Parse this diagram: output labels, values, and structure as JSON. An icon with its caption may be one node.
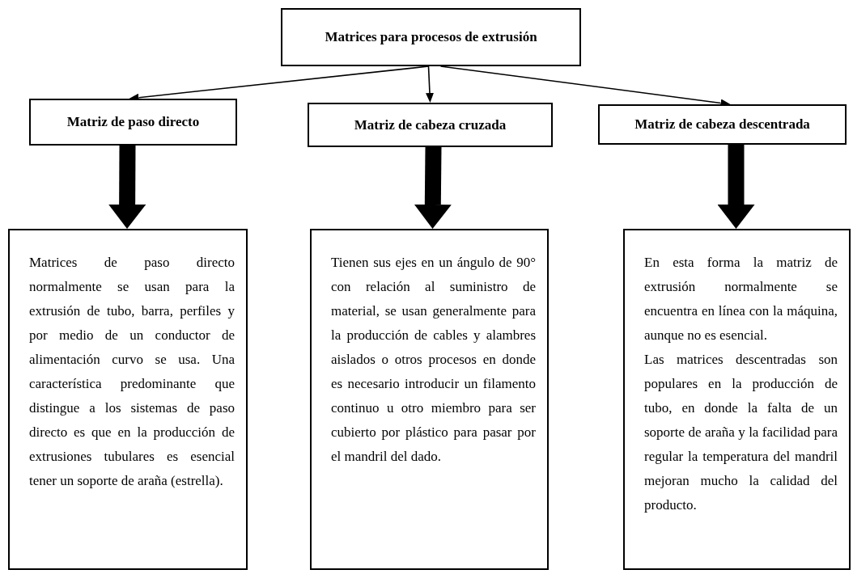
{
  "diagram": {
    "nodes": [
      {
        "text": [
          "Matrices para procesos de extrusión"
        ]
      },
      {
        "text": [
          "Matriz de paso directo"
        ]
      },
      {
        "text": [
          "Matriz de cabeza cruzada"
        ]
      },
      {
        "text": [
          "Matriz de cabeza descentrada"
        ]
      },
      {
        "text": [
          "Matrices de paso directo normalmente se usan para la extrusión de tubo, barra, perfiles y por medio de un conductor de alimentación curvo se usa. Una característica predominante que distingue a los sistemas de paso directo es que en la producción de extrusiones tubulares es esencial tener un soporte de araña (estrella)."
        ]
      },
      {
        "text": [
          "Tienen sus ejes en un ángulo de 90° con relación al suministro de material, se usan generalmente para la producción de cables y alambres aislados o otros procesos en donde es necesario introducir un filamento continuo u otro miembro para ser cubierto por plástico para pasar por el mandril del dado."
        ]
      },
      {
        "text": [
          "En esta forma la matriz de extrusión normalmente se encuentra en línea con la máquina, aunque no es esencial.",
          "Las matrices descentradas son populares en la producción de tubo, en donde la falta de un soporte de araña y la facilidad para regular la temperatura del mandril mejoran mucho la calidad del producto."
        ]
      }
    ],
    "edges": [
      {
        "from": 0,
        "to": 1,
        "arrow": "to"
      },
      {
        "from": 0,
        "to": 2,
        "arrow": "to"
      },
      {
        "from": 0,
        "to": 3,
        "arrow": "to"
      },
      {
        "from": 1,
        "to": 4,
        "arrow": "to",
        "style": "thick"
      },
      {
        "from": 2,
        "to": 5,
        "arrow": "to",
        "style": "thick"
      },
      {
        "from": 3,
        "to": 6,
        "arrow": "to",
        "style": "thick"
      }
    ]
  }
}
